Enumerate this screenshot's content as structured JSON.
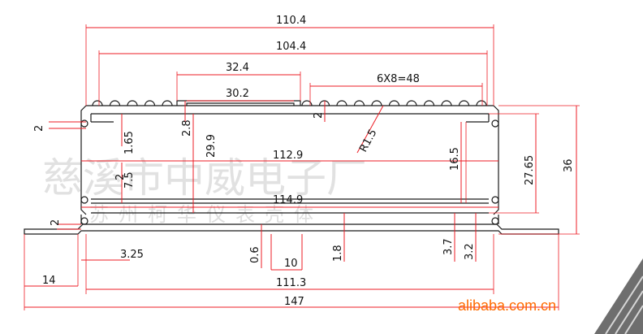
{
  "drawing": {
    "dimensions": {
      "overall_width": "147",
      "outer_width": "110.4",
      "inner_top": "104.4",
      "slot_outer": "32.4",
      "slot_inner": "30.2",
      "fins": "6X8=48",
      "inner_span_1": "112.9",
      "inner_span_2": "114.9",
      "base_inner": "111.3",
      "flange": "14",
      "left_offset": "3.25",
      "groove_width": "10",
      "height_total": "36",
      "height_inner": "27.65",
      "height_mid": "16.5",
      "height_left": "29.9",
      "small_2_8": "2.8",
      "small_1_65": "1.65",
      "small_7_5": "7.5",
      "small_0_6": "0.6",
      "small_1_8": "1.8",
      "small_3_7": "3.7",
      "small_3_2": "3.2",
      "small_2_top": "2",
      "small_2_left": "2",
      "small_2_mid": "2",
      "small_2_flange": "2",
      "radius": "R1.5"
    },
    "watermark_line1": "慈溪市中威电子厂",
    "watermark_line2": "苏州柯华仪表壳体",
    "brand": "alibaba.com.cn"
  }
}
